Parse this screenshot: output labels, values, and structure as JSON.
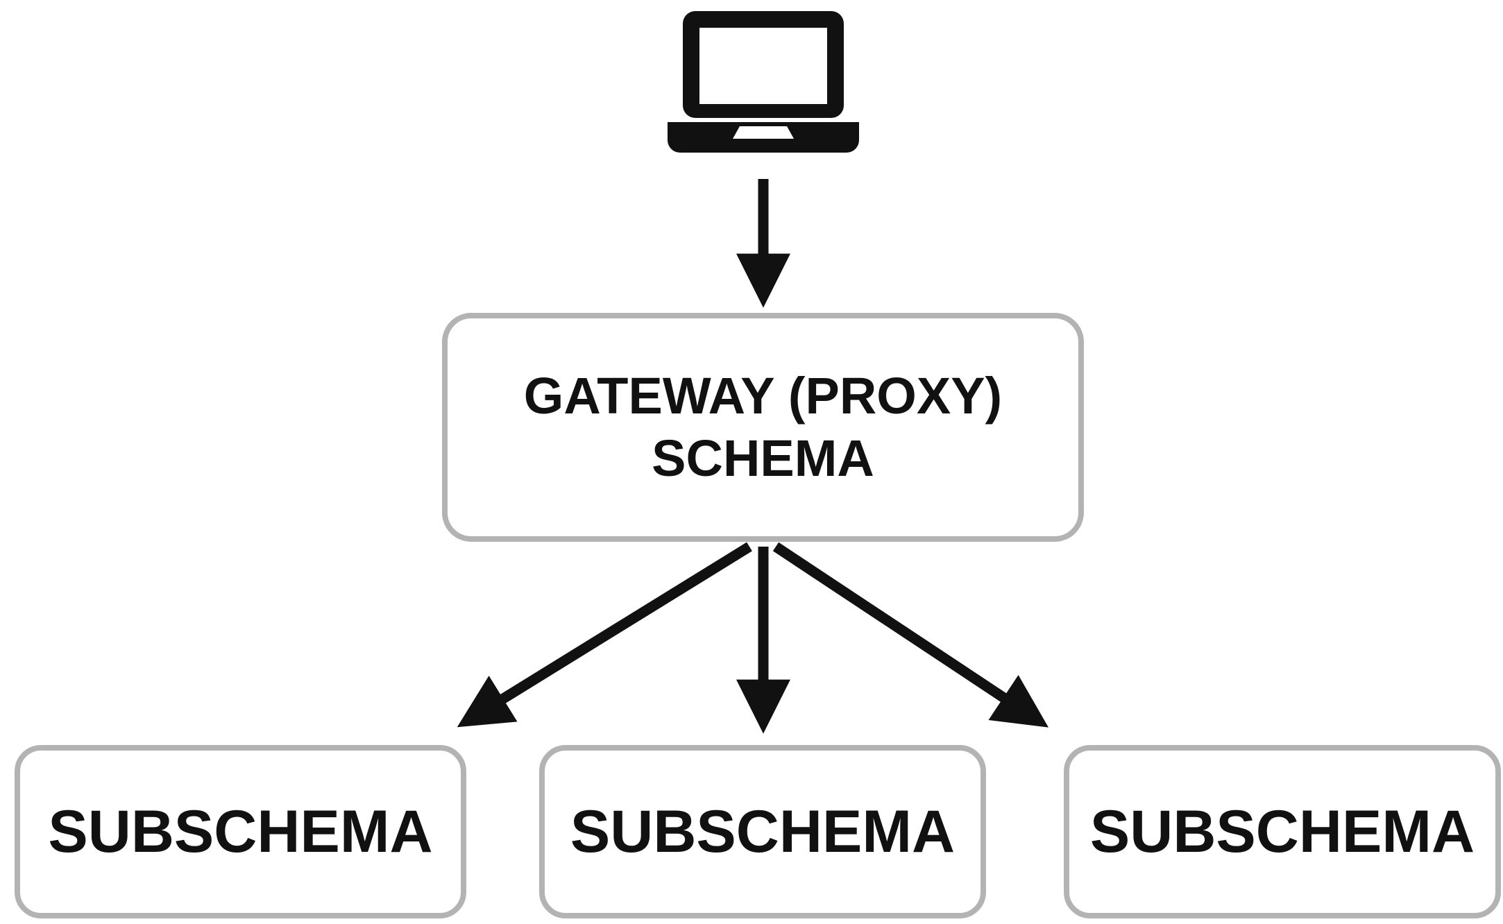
{
  "diagram": {
    "client": {
      "icon": "laptop-icon"
    },
    "gateway": {
      "line1": "GATEWAY (PROXY)",
      "line2": "SCHEMA"
    },
    "subschemas": [
      {
        "label": "SUBSCHEMA"
      },
      {
        "label": "SUBSCHEMA"
      },
      {
        "label": "SUBSCHEMA"
      }
    ],
    "edges": [
      {
        "from": "client",
        "to": "gateway"
      },
      {
        "from": "gateway",
        "to": "subschema-1"
      },
      {
        "from": "gateway",
        "to": "subschema-2"
      },
      {
        "from": "gateway",
        "to": "subschema-3"
      }
    ],
    "colors": {
      "box_border": "#b3b3b3",
      "box_fill": "#ffffff",
      "ink": "#111111"
    }
  }
}
